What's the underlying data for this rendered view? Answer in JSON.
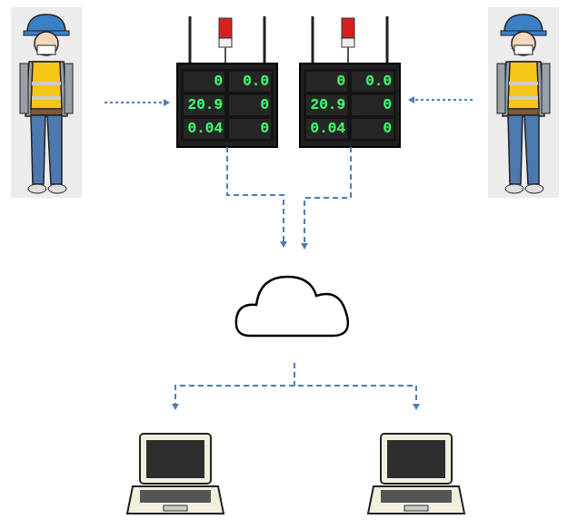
{
  "diagram": {
    "nodes": [
      {
        "text": [
          "0",
          "0.0",
          "20.9",
          "0",
          "0.04",
          "0"
        ]
      },
      {
        "text": [
          "0",
          "0.0",
          "20.9",
          "0",
          "0.04",
          "0"
        ]
      }
    ]
  }
}
